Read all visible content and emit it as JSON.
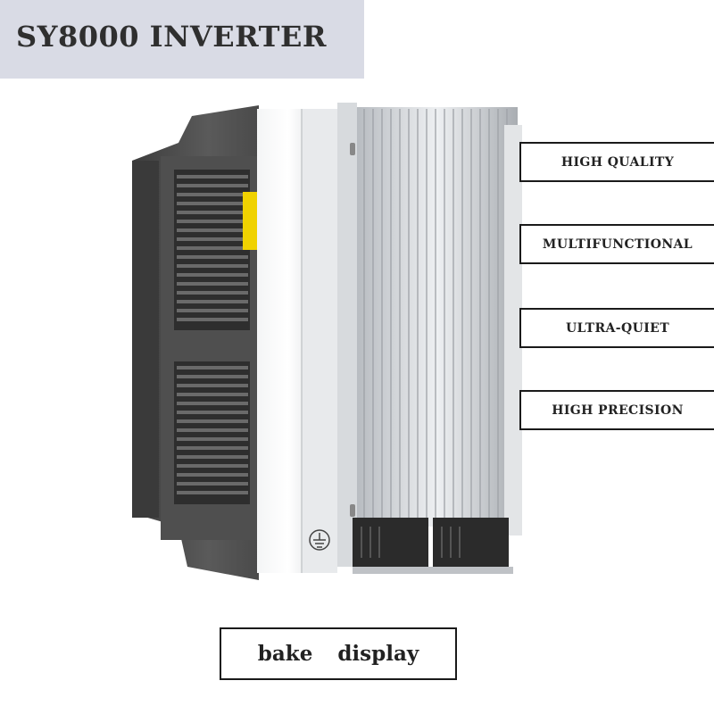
{
  "title": "SY8000 INVERTER",
  "features": [
    "HIGH QUALITY",
    "MULTIFUNCTIONAL",
    "ULTRA-QUIET",
    "HIGH PRECISION"
  ],
  "bottom_label": "bake  display",
  "product": {
    "icon": "inverter-product-image",
    "warning_label_color": "#f0d200",
    "body_color": "#4e4e4e",
    "panel_color": "#e6e8ea",
    "heatsink_color": "#c9ccd0"
  }
}
